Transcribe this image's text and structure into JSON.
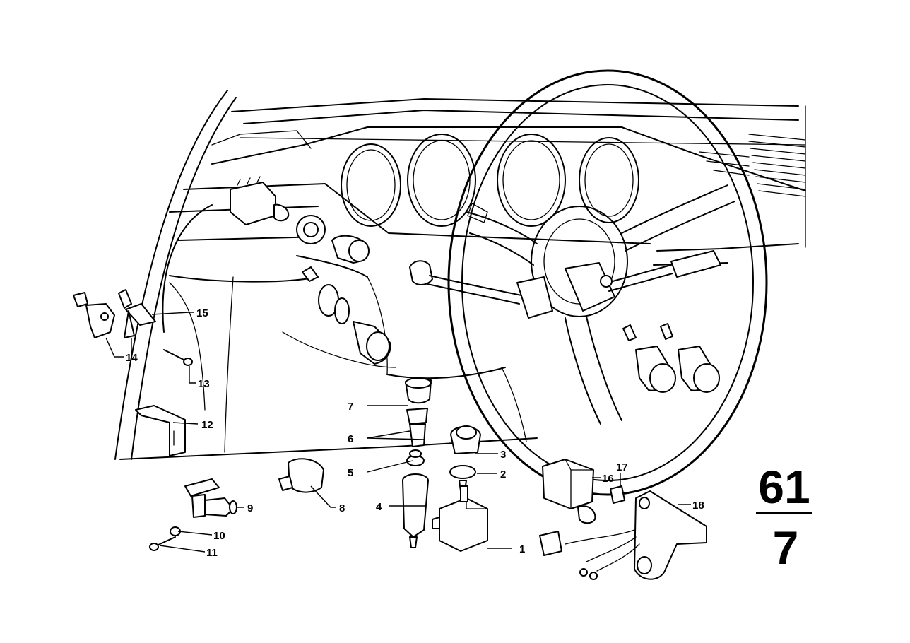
{
  "diagram": {
    "section_number": "61",
    "subsection_number": "7",
    "callouts": [
      {
        "id": "c1",
        "label": "1"
      },
      {
        "id": "c2",
        "label": "2"
      },
      {
        "id": "c3",
        "label": "3"
      },
      {
        "id": "c4",
        "label": "4"
      },
      {
        "id": "c5",
        "label": "5"
      },
      {
        "id": "c6",
        "label": "6"
      },
      {
        "id": "c7",
        "label": "7"
      },
      {
        "id": "c8",
        "label": "8"
      },
      {
        "id": "c9",
        "label": "9"
      },
      {
        "id": "c10",
        "label": "10"
      },
      {
        "id": "c11",
        "label": "11"
      },
      {
        "id": "c12",
        "label": "12"
      },
      {
        "id": "c13",
        "label": "13"
      },
      {
        "id": "c14",
        "label": "14"
      },
      {
        "id": "c15",
        "label": "15"
      },
      {
        "id": "c16",
        "label": "16"
      },
      {
        "id": "c17",
        "label": "17"
      },
      {
        "id": "c18",
        "label": "18"
      }
    ]
  }
}
